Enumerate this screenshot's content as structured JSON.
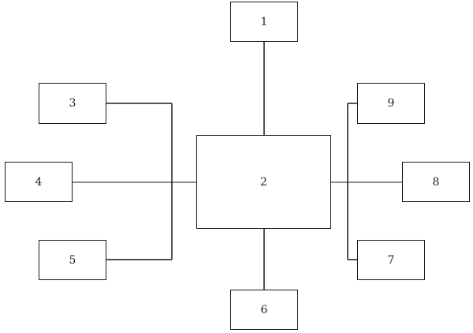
{
  "diagram": {
    "boxes": [
      {
        "id": "1",
        "label": "1"
      },
      {
        "id": "2",
        "label": "2"
      },
      {
        "id": "3",
        "label": "3"
      },
      {
        "id": "4",
        "label": "4"
      },
      {
        "id": "5",
        "label": "5"
      },
      {
        "id": "6",
        "label": "6"
      },
      {
        "id": "7",
        "label": "7"
      },
      {
        "id": "8",
        "label": "8"
      },
      {
        "id": "9",
        "label": "9"
      }
    ],
    "connections": [
      {
        "from": "2",
        "to": "1"
      },
      {
        "from": "2",
        "to": "6"
      },
      {
        "from": "2",
        "to": "3"
      },
      {
        "from": "2",
        "to": "4"
      },
      {
        "from": "2",
        "to": "5"
      },
      {
        "from": "2",
        "to": "7"
      },
      {
        "from": "2",
        "to": "8"
      },
      {
        "from": "2",
        "to": "9"
      }
    ],
    "colors": {
      "line": "#1a1a1a",
      "background": "#ffffff"
    }
  }
}
